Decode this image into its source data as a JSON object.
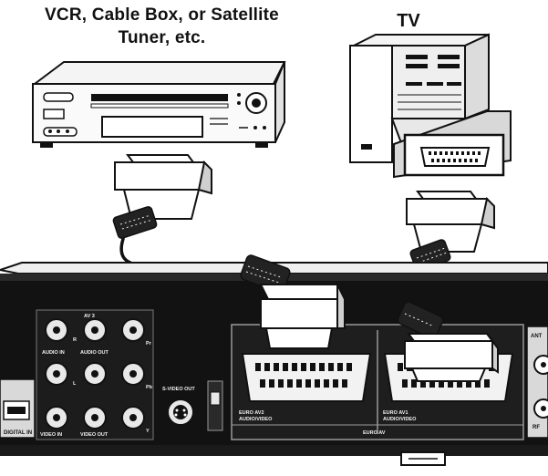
{
  "labels": {
    "source_device": "VCR, Cable Box, or Satellite Tuner, etc.",
    "tv": "TV"
  },
  "panel": {
    "av_section": "AV 3",
    "audio_in": "AUDIO IN",
    "audio_out": "AUDIO OUT",
    "video_in": "VIDEO IN",
    "video_out": "VIDEO OUT",
    "r": "R",
    "l": "L",
    "pr": "Pr",
    "pb": "Pb",
    "y": "Y",
    "svideo_out": "S-VIDEO OUT",
    "euro_av2": "EURO AV2",
    "euro_av2_sub": "AUDIO/VIDEO",
    "euro_av1": "EURO AV1",
    "euro_av1_sub": "AUDIO/VIDEO",
    "euro_av": "EURO AV",
    "digital_in": "DIGITAL IN",
    "ant": "ANT",
    "rf": "RF"
  }
}
